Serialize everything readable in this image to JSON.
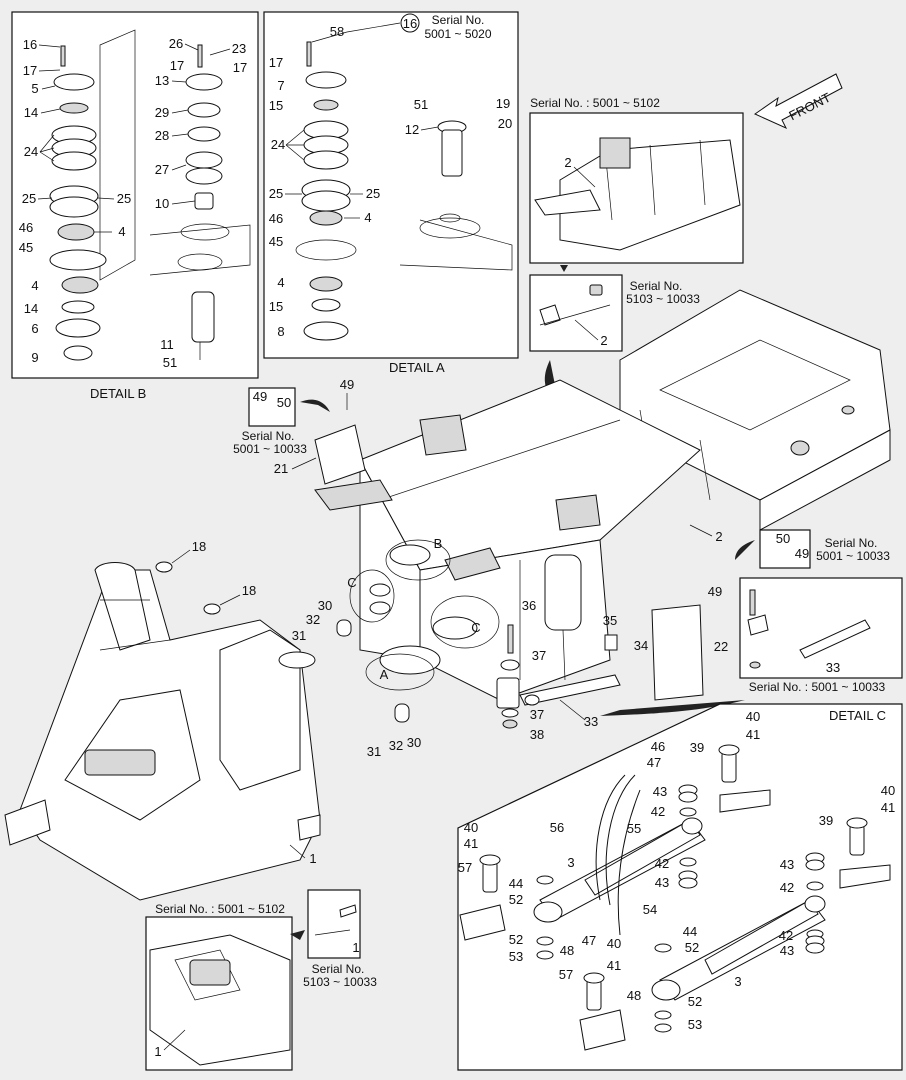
{
  "texts": {
    "detail_b": "DETAIL B",
    "detail_a": "DETAIL A",
    "detail_c": "DETAIL C",
    "front": "FRONT",
    "sn_label": "Serial No.",
    "sn_5001_5020": "5001 ~ 5020",
    "sn_5001_5102": "Serial No. : 5001 ~ 5102",
    "sn_5103_10033": "5103 ~ 10033",
    "sn_5001_10033": "5001 ~ 10033",
    "sn_5001_10033_inline": "Serial No. : 5001 ~ 10033",
    "ref_a": "A",
    "ref_b": "B",
    "ref_c": "C"
  },
  "callouts": {
    "n1": "1",
    "n2": "2",
    "n3": "3",
    "n4": "4",
    "n5": "5",
    "n6": "6",
    "n7": "7",
    "n8": "8",
    "n9": "9",
    "n10": "10",
    "n11": "11",
    "n12": "12",
    "n13": "13",
    "n14": "14",
    "n15": "15",
    "n16": "16",
    "n17": "17",
    "n18": "18",
    "n19": "19",
    "n20": "20",
    "n21": "21",
    "n22": "22",
    "n23": "23",
    "n24": "24",
    "n25": "25",
    "n26": "26",
    "n27": "27",
    "n28": "28",
    "n29": "29",
    "n30": "30",
    "n31": "31",
    "n32": "32",
    "n33": "33",
    "n34": "34",
    "n35": "35",
    "n36": "36",
    "n37": "37",
    "n38": "38",
    "n39": "39",
    "n40": "40",
    "n41": "41",
    "n42": "42",
    "n43": "43",
    "n44": "44",
    "n45": "45",
    "n46": "46",
    "n47": "47",
    "n48": "48",
    "n49": "49",
    "n50": "50",
    "n51": "51",
    "n52": "52",
    "n53": "53",
    "n54": "54",
    "n55": "55",
    "n56": "56",
    "n57": "57",
    "n58": "58"
  }
}
